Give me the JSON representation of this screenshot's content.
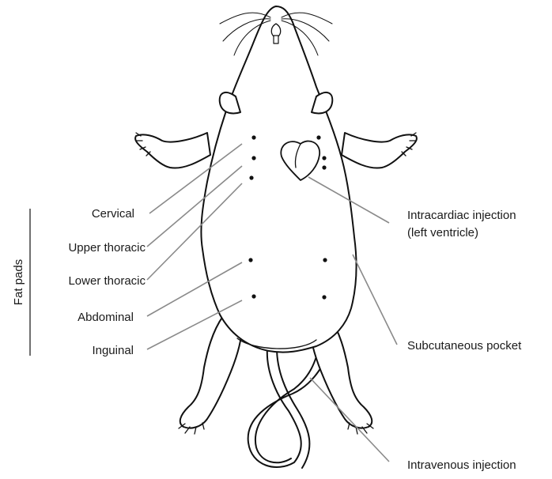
{
  "figure": {
    "group_label": "Fat pads",
    "fat_pads": [
      {
        "label": "Cervical"
      },
      {
        "label": "Upper thoracic"
      },
      {
        "label": "Lower thoracic"
      },
      {
        "label": "Abdominal"
      },
      {
        "label": "Inguinal"
      }
    ],
    "sites": [
      {
        "label": "Intracardiac injection"
      },
      {
        "label": "(left ventricle)"
      },
      {
        "label": "Subcutaneous pocket"
      },
      {
        "label": "Intravenous injection"
      }
    ]
  },
  "colors": {
    "outline": "#111111",
    "leader_line": "#8a8a8a",
    "text": "#1a1a1a",
    "background": "#ffffff"
  }
}
